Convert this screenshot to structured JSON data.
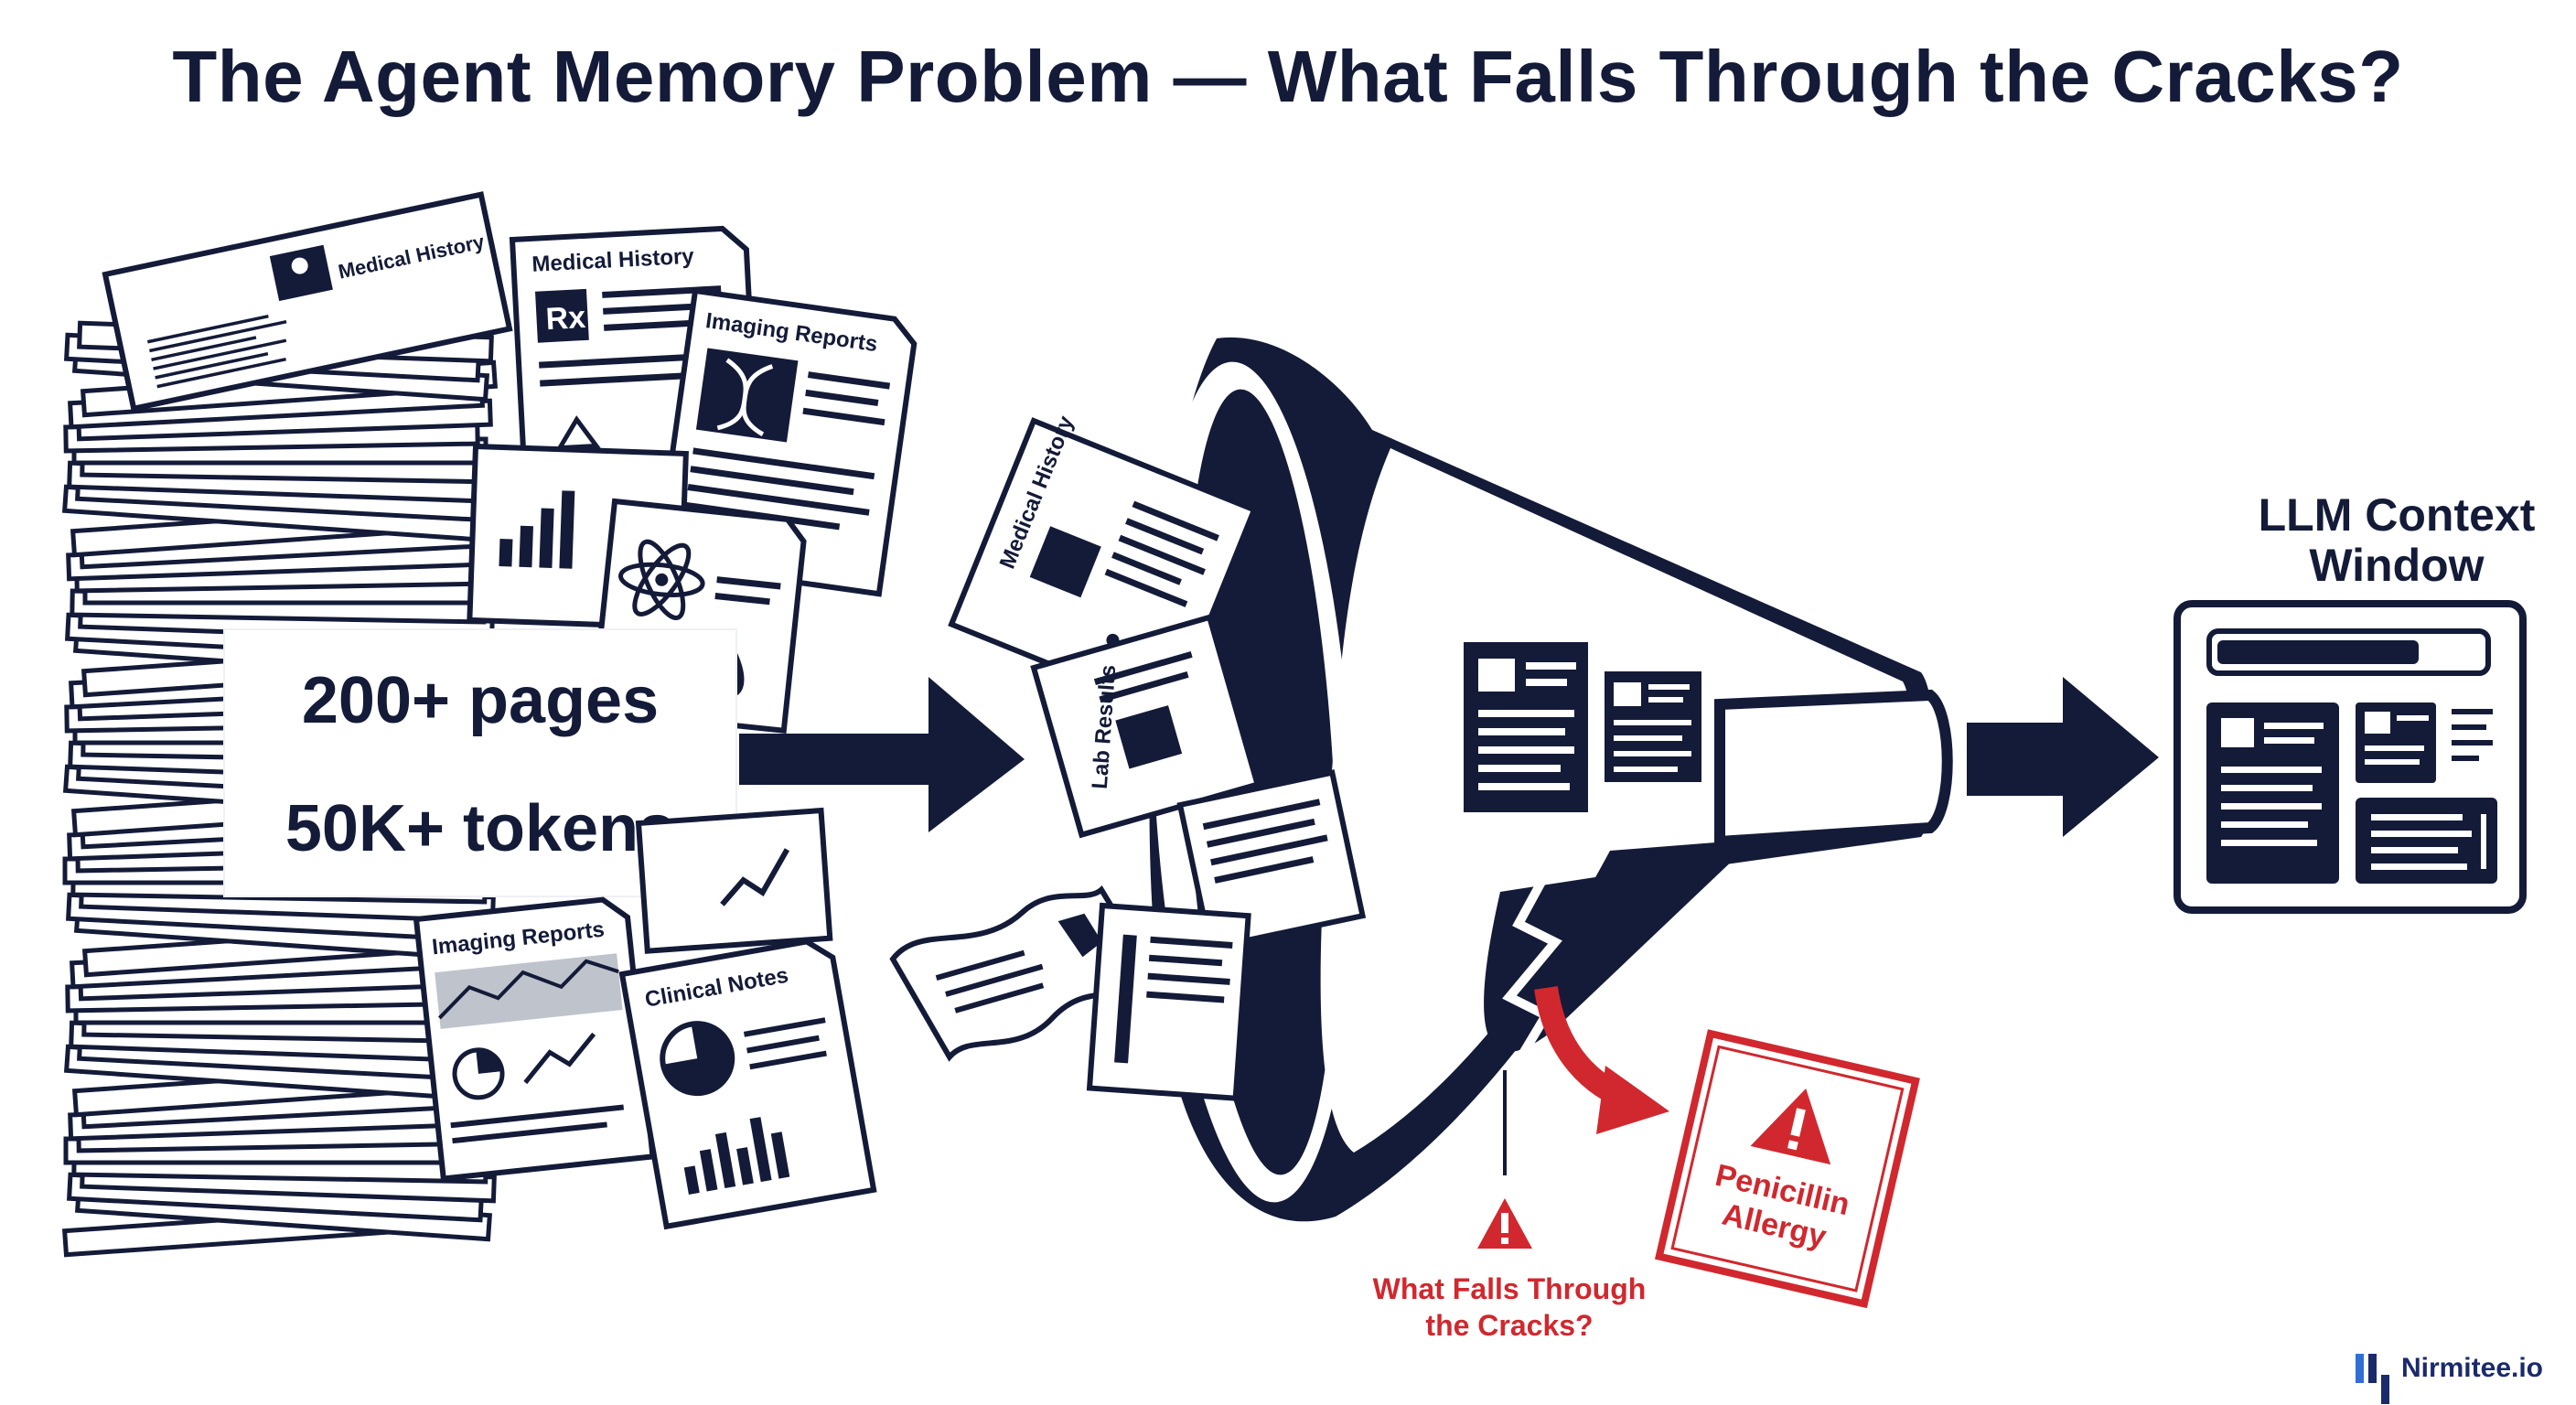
{
  "title": "The Agent Memory Problem — What Falls Through the Cracks?",
  "stack": {
    "page_count": "200+ pages",
    "token_count": "50K+ tokens",
    "doc_labels": {
      "medical_history_top": "Medical History",
      "medical_history_rx": "Medical History",
      "rx_symbol": "Rx",
      "imaging_reports_top": "Imaging Reports",
      "imaging_reports_bottom": "Imaging Reports",
      "clinical_notes": "Clinical Notes"
    }
  },
  "funnel": {
    "doc_labels": {
      "medical_history": "Medical History",
      "lab_results": "Lab Results"
    }
  },
  "context_window": {
    "title_line1": "LLM Context",
    "title_line2": "Window"
  },
  "cracks": {
    "caption_line1": "What Falls Through",
    "caption_line2": "the Cracks?",
    "dropped_item_line1": "Penicillin",
    "dropped_item_line2": "Allergy"
  },
  "brand": "Nirmitee.io",
  "colors": {
    "navy": "#141b38",
    "alert_red": "#d0282e",
    "paper": "#ffffff",
    "brand_blue": "#2f6fd6"
  }
}
